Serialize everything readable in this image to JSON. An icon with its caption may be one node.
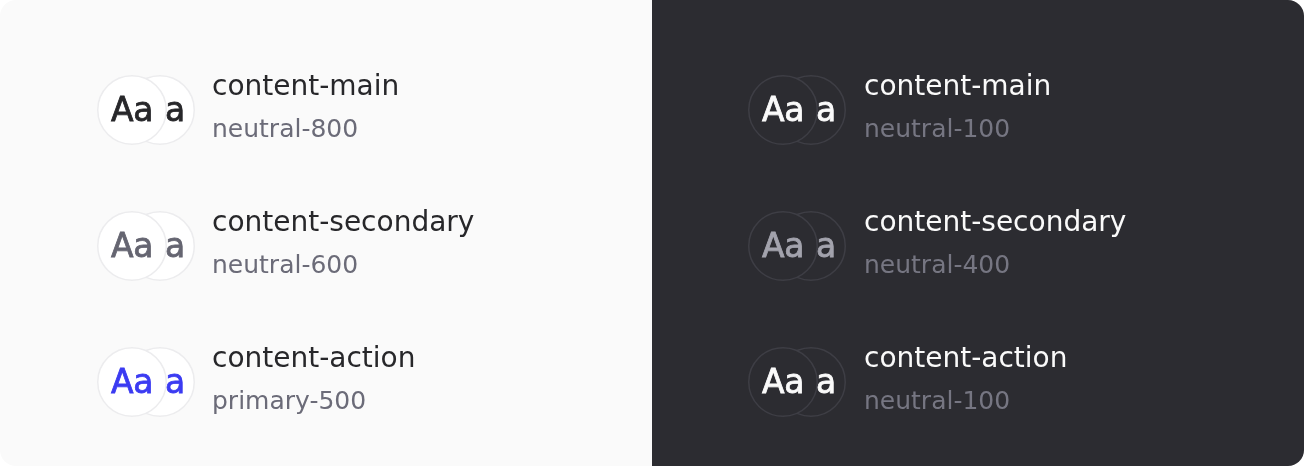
{
  "diagram": {
    "nodes": [
      {
        "text": [
          "Aa",
          "a"
        ],
        "beside": [
          "content-main",
          "neutral-800"
        ]
      },
      {
        "text": [
          "Aa",
          "a"
        ],
        "beside": [
          "content-secondary",
          "neutral-600"
        ]
      },
      {
        "text": [
          "Aa",
          "a"
        ],
        "beside": [
          "content-action",
          "primary-500"
        ]
      },
      {
        "text": [
          "Aa",
          "a"
        ],
        "beside": [
          "content-main",
          "neutral-100"
        ]
      },
      {
        "text": [
          "Aa",
          "a"
        ],
        "beside": [
          "content-secondary",
          "neutral-400"
        ]
      },
      {
        "text": [
          "Aa",
          "a"
        ],
        "beside": [
          "content-action",
          "neutral-100"
        ]
      }
    ]
  }
}
